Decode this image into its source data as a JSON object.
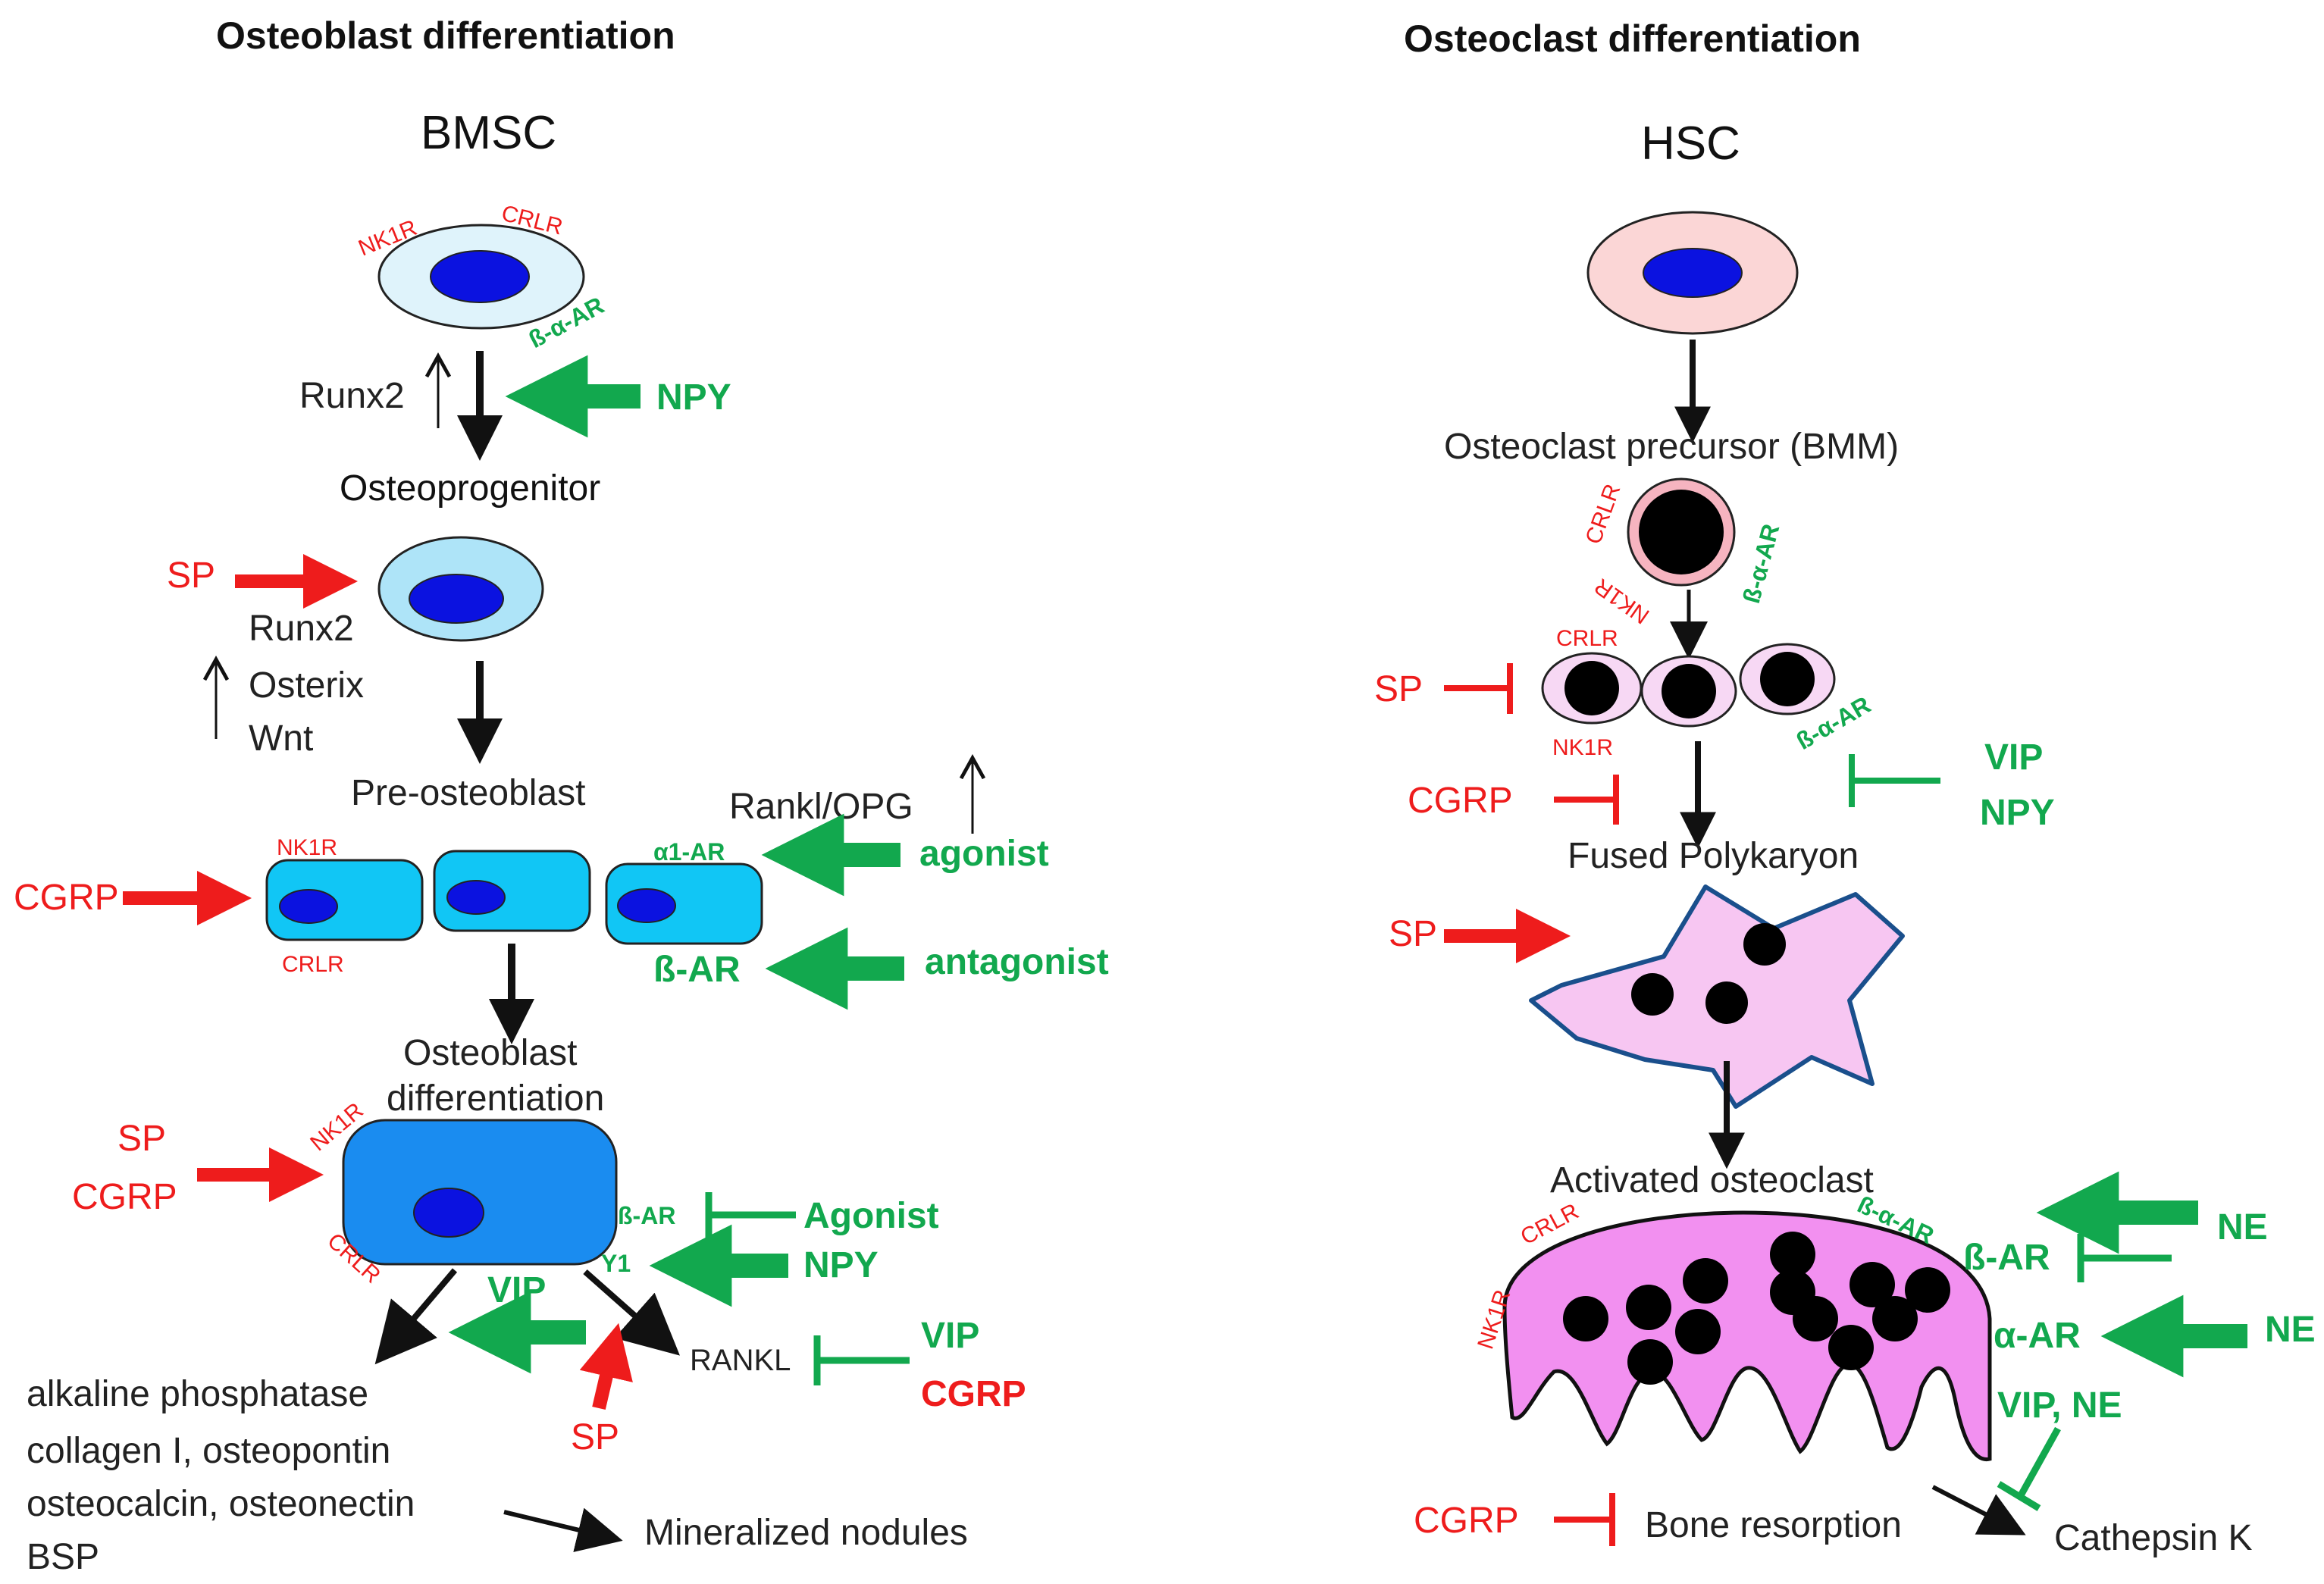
{
  "colors": {
    "stimulate": "#ee1c1c",
    "sympathetic": "#12a84e",
    "arrow": "#111111",
    "nucleus": "#0b12e0",
    "bmsc_cell": "#dff3fb",
    "osteoprogenitor_cell": "#aee4f8",
    "preosteoblast_cell": "#11c6f5",
    "osteoblast_cell": "#1a8cf0",
    "hsc_cell": "#fbd6d6",
    "precursor_ring": "#f6b4c0",
    "polykaryon": "#f7c6f2",
    "activated_osteoclast": "#f290f0",
    "nucleus_black": "#000000"
  },
  "left": {
    "title": "Osteoblast differentiation",
    "bmsc": "BMSC",
    "nk1r": "NK1R",
    "crlr": "CRLR",
    "b_a_ar": "ß-α-AR",
    "runx2_up": "Runx2",
    "npy": "NPY",
    "osteoprogenitor": "Osteoprogenitor",
    "sp1": "SP",
    "runx2": "Runx2",
    "osterix": "Osterix",
    "wnt": "Wnt",
    "preosteoblast": "Pre-osteoblast",
    "rankl_opg": "Rankl/OPG",
    "a1_ar": "α1-AR",
    "agonist1": "agonist",
    "cgrp1": "CGRP",
    "nk1r_2": "NK1R",
    "crlr_2": "CRLR",
    "b_ar": "ß-AR",
    "antagonist": "antagonist",
    "osteoblast_diff_1": "Osteoblast",
    "osteoblast_diff_2": "differentiation",
    "sp2": "SP",
    "cgrp2": "CGRP",
    "nk1r_3": "NK1R",
    "crlr_3": "CRLR",
    "b_ar_2": "ß-AR",
    "agonist2": "Agonist",
    "y1": "Y1",
    "npy2": "NPY",
    "vip1": "VIP",
    "rankl": "RANKL",
    "vip2": "VIP",
    "cgrp3": "CGRP",
    "sp3": "SP",
    "markers": [
      "alkaline phosphatase",
      "collagen I, osteopontin",
      "osteocalcin, osteonectin",
      "BSP"
    ],
    "mineralized": "Mineralized nodules"
  },
  "right": {
    "title": "Osteoclast differentiation",
    "hsc": "HSC",
    "precursor": "Osteoclast precursor (BMM)",
    "crlr_1": "CRLR",
    "nk1r_1": "NK1R",
    "b_a_ar_1": "ß-α-AR",
    "crlr_2": "CRLR",
    "nk1r_2": "NK1R",
    "b_a_ar_2": "ß-α-AR",
    "sp1": "SP",
    "cgrp1": "CGRP",
    "vip1": "VIP",
    "npy1": "NPY",
    "fused": "Fused Polykaryon",
    "sp2": "SP",
    "activated": "Activated osteoclast",
    "crlr_3": "CRLR",
    "nk1r_3": "NK1R",
    "b_a_ar_3": "ß-α-AR",
    "ne1": "NE",
    "b_ar": "ß-AR",
    "a_ar": "α-AR",
    "ne2": "NE",
    "vip_ne": "VIP, NE",
    "cgrp2": "CGRP",
    "bone_resorption": "Bone resorption",
    "cathepsin": "Cathepsin K"
  }
}
